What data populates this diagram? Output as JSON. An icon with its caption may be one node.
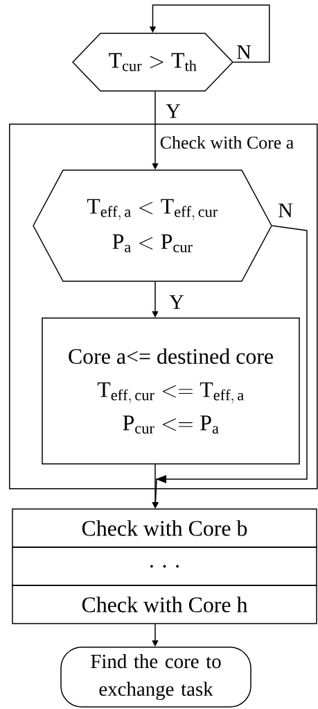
{
  "diagram": {
    "nodes": [
      {
        "text": [
          "\\mathrm{T}_{\\mathrm{cur}} > \\mathrm{T}_{\\mathrm{th}}"
        ]
      },
      {
        "text": [
          "Check with Core a"
        ]
      },
      {
        "text": [
          "\\mathrm{T}_{\\mathrm{eff,\\,a}} < \\mathrm{T}_{\\mathrm{eff,\\,cur}}",
          "\\mathrm{P}_{\\mathrm{a}} < \\mathrm{P}_{\\mathrm{cur}}"
        ],
        "in": 1
      },
      {
        "text": [
          "Core a<= destined core",
          "\\mathrm{T}_{\\mathrm{eff,\\,cur}} <= \\mathrm{T}_{\\mathrm{eff,\\,a}}",
          "\\mathrm{P}_{\\mathrm{cur}} <= \\mathrm{P}_{\\mathrm{a}}"
        ],
        "in": 1
      },
      {
        "text": [
          "Check with Core b"
        ]
      },
      {
        "text": [
          ". . ."
        ]
      },
      {
        "text": [
          "Check with Core h"
        ]
      },
      {
        "text": [
          "Find the core to exchange task"
        ]
      }
    ],
    "edges": [
      {
        "from": 0,
        "to": 0,
        "arrow": "to",
        "label": "N"
      },
      {
        "from": 0,
        "to": 2,
        "arrow": "to",
        "label": "Y"
      },
      {
        "from": 2,
        "to": 3,
        "arrow": "to",
        "label": "Y"
      },
      {
        "from": 2,
        "to": 4,
        "arrow": "to",
        "label": "N"
      },
      {
        "from": 3,
        "to": 4,
        "arrow": "to"
      },
      {
        "from": 6,
        "to": 7,
        "arrow": "to"
      }
    ]
  }
}
